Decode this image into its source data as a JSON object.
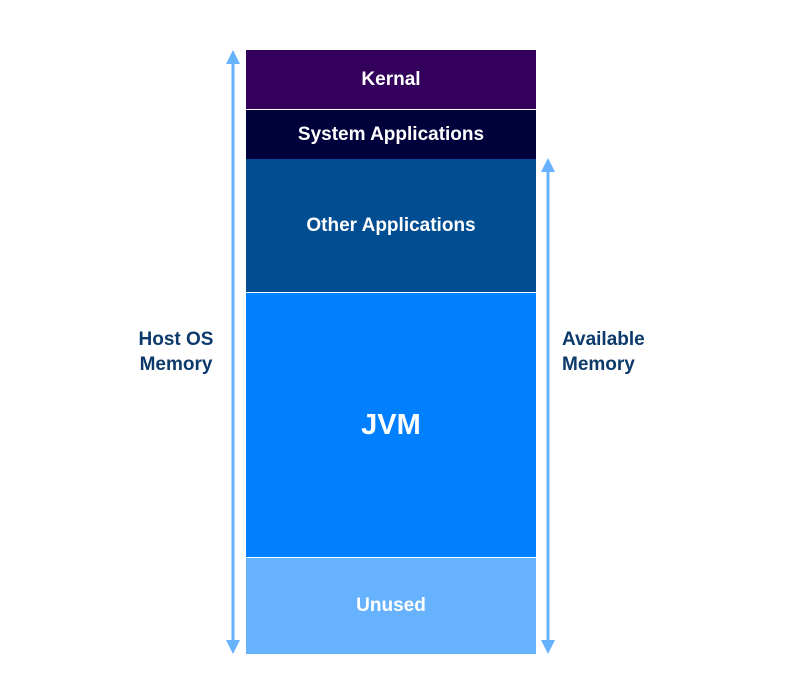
{
  "blocks": {
    "kernal": "Kernal",
    "system_applications": "System Applications",
    "other_applications": "Other Applications",
    "jvm": "JVM",
    "unused": "Unused"
  },
  "labels": {
    "host_os_line1": "Host OS",
    "host_os_line2": "Memory",
    "available_line1": "Available",
    "available_line2": "Memory"
  },
  "colors": {
    "kernal": "#33005b",
    "system_applications": "#00003b",
    "other_applications": "#004d91",
    "jvm": "#007fff",
    "unused": "#66b2ff",
    "arrow": "#66b2ff",
    "label_text": "#0b3a6b"
  },
  "icons": {
    "host_os_arrow": "double-headed-vertical-arrow",
    "available_arrow": "double-headed-vertical-arrow"
  }
}
